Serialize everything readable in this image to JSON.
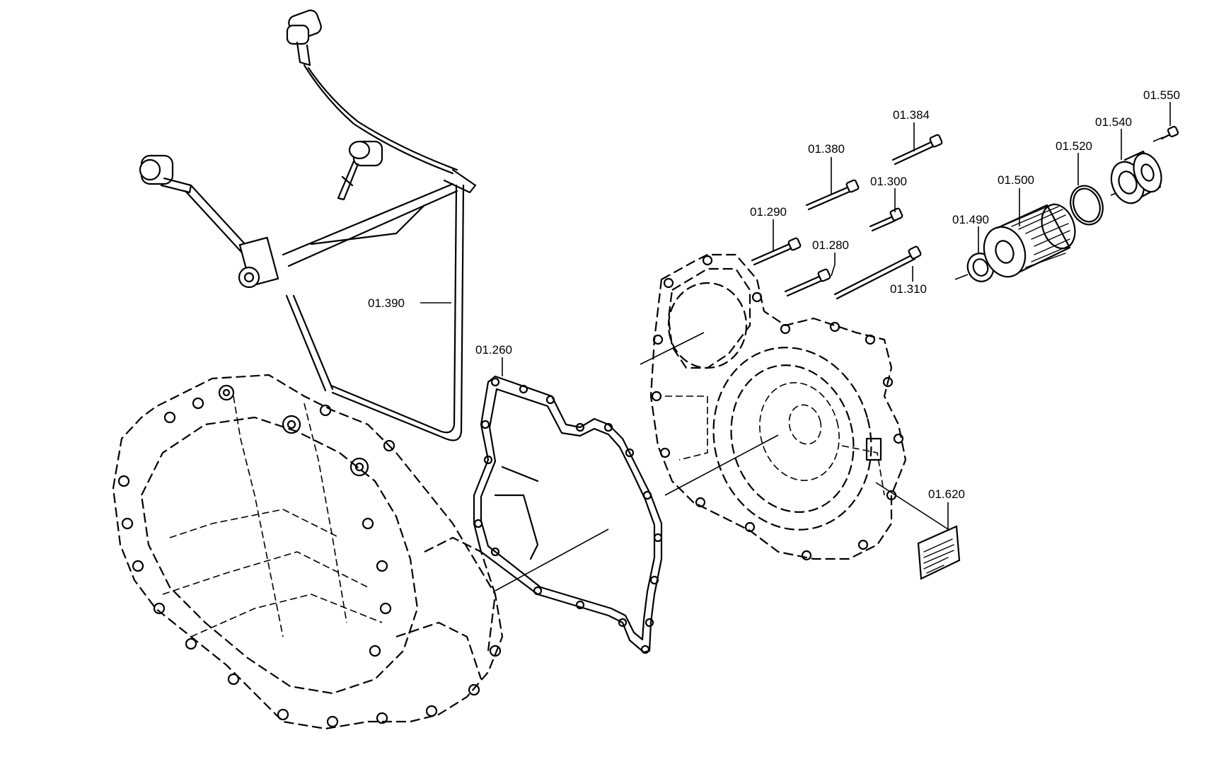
{
  "diagram": {
    "parts": [
      {
        "id": "01.390",
        "label": "01.390"
      },
      {
        "id": "01.260",
        "label": "01.260"
      },
      {
        "id": "01.290",
        "label": "01.290"
      },
      {
        "id": "01.380",
        "label": "01.380"
      },
      {
        "id": "01.384",
        "label": "01.384"
      },
      {
        "id": "01.300",
        "label": "01.300"
      },
      {
        "id": "01.280",
        "label": "01.280"
      },
      {
        "id": "01.310",
        "label": "01.310"
      },
      {
        "id": "01.490",
        "label": "01.490"
      },
      {
        "id": "01.500",
        "label": "01.500"
      },
      {
        "id": "01.520",
        "label": "01.520"
      },
      {
        "id": "01.540",
        "label": "01.540"
      },
      {
        "id": "01.550",
        "label": "01.550"
      },
      {
        "id": "01.620",
        "label": "01.620"
      }
    ]
  }
}
